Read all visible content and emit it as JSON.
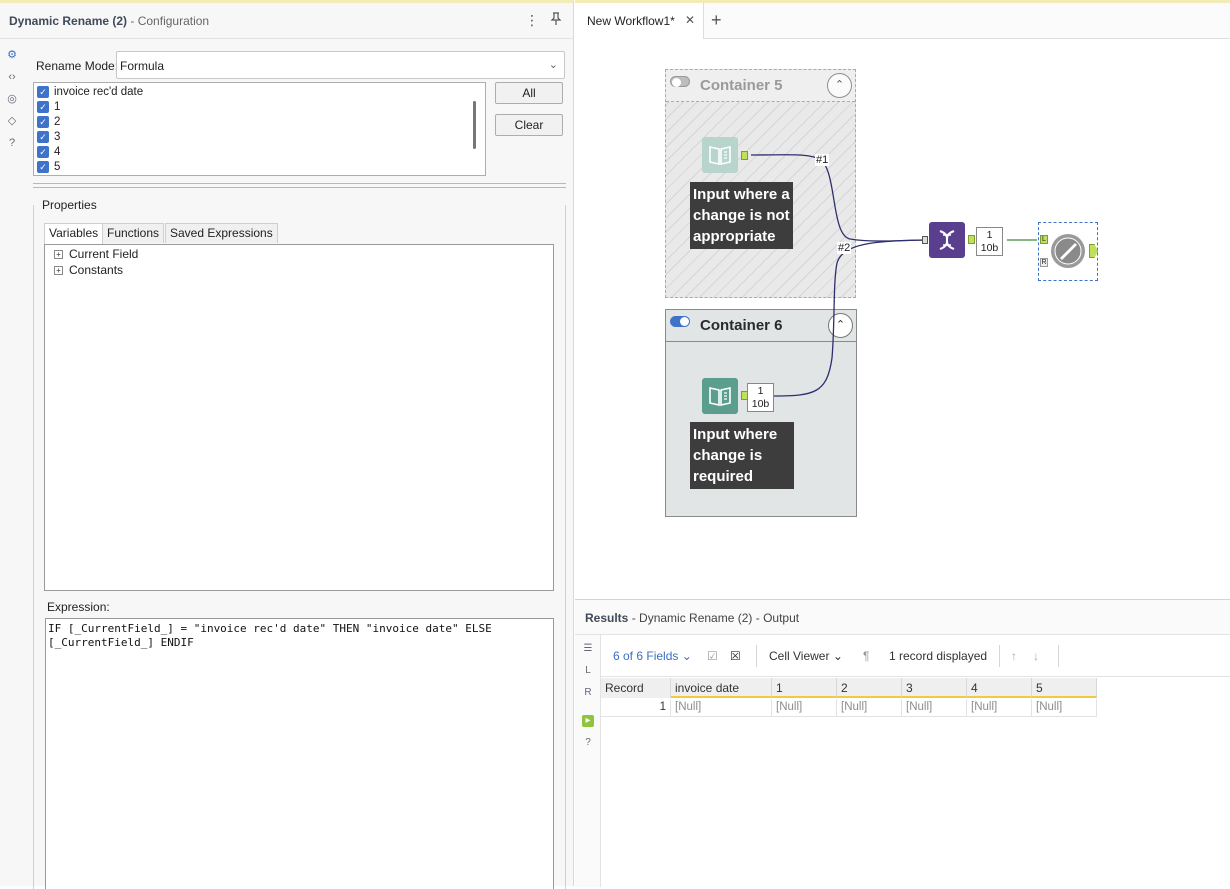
{
  "config": {
    "tool_name": "Dynamic Rename (2)",
    "panel_title": "- Configuration",
    "rename_mode_label": "Rename Mode:",
    "rename_mode_value": "Formula",
    "fields": [
      {
        "label": "invoice rec'd date",
        "checked": true
      },
      {
        "label": "1",
        "checked": true
      },
      {
        "label": "2",
        "checked": true
      },
      {
        "label": "3",
        "checked": true
      },
      {
        "label": "4",
        "checked": true
      },
      {
        "label": "5",
        "checked": true
      }
    ],
    "all_button": "All",
    "clear_button": "Clear",
    "properties_label": "Properties",
    "tabs": [
      "Variables",
      "Functions",
      "Saved Expressions"
    ],
    "active_tab": "Variables",
    "tree": [
      "Current Field",
      "Constants"
    ],
    "expression_label": "Expression:",
    "expression": "IF [_CurrentField_] = \"invoice rec'd date\" THEN \"invoice date\" ELSE\n[_CurrentField_] ENDIF"
  },
  "canvas": {
    "tab_title": "New Workflow1*",
    "containers": [
      {
        "title": "Container 5",
        "enabled": false
      },
      {
        "title": "Container 6",
        "enabled": true
      }
    ],
    "comments": [
      "Input where a change is not appropriate",
      "Input where change is required"
    ],
    "connection_labels": [
      "#1",
      "#2"
    ],
    "badges": [
      {
        "top": "1",
        "bottom": "10b"
      },
      {
        "top": "1",
        "bottom": "10b"
      }
    ],
    "join_anchor_labels": [
      "L",
      "R"
    ]
  },
  "results": {
    "title": "Results",
    "subtitle": "- Dynamic Rename (2) - Output",
    "fields_selector": "6 of 6 Fields",
    "cell_viewer": "Cell Viewer",
    "records_displayed": "1 record displayed",
    "columns": [
      "Record",
      "invoice date",
      "1",
      "2",
      "3",
      "4",
      "5"
    ],
    "rows": [
      [
        "1",
        "[Null]",
        "[Null]",
        "[Null]",
        "[Null]",
        "[Null]",
        "[Null]"
      ]
    ],
    "accent_color": "#f0cc3c"
  }
}
